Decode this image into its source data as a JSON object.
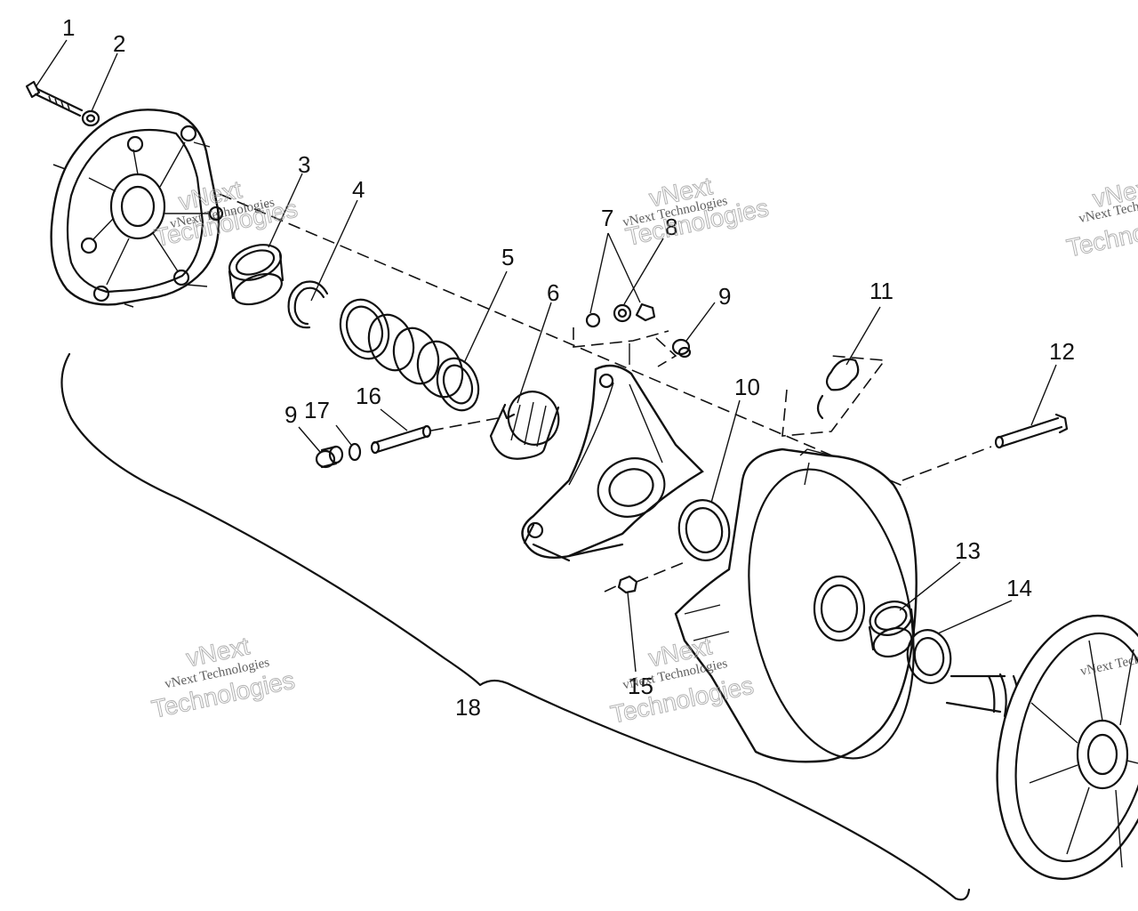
{
  "callouts": {
    "c1": "1",
    "c2": "2",
    "c3": "3",
    "c4": "4",
    "c5": "5",
    "c6": "6",
    "c7": "7",
    "c8": "8",
    "c9a": "9",
    "c9b": "9",
    "c10": "10",
    "c11": "11",
    "c12": "12",
    "c13": "13",
    "c14": "14",
    "c15": "15",
    "c16": "16",
    "c17": "17",
    "c18": "18"
  },
  "watermark": {
    "line1": "vNext Technologies",
    "outline_top": "vNext",
    "outline_bottom": "Technologies"
  },
  "colors": {
    "ink": "#111111",
    "background": "#ffffff",
    "watermark": "#9a9a9a"
  }
}
